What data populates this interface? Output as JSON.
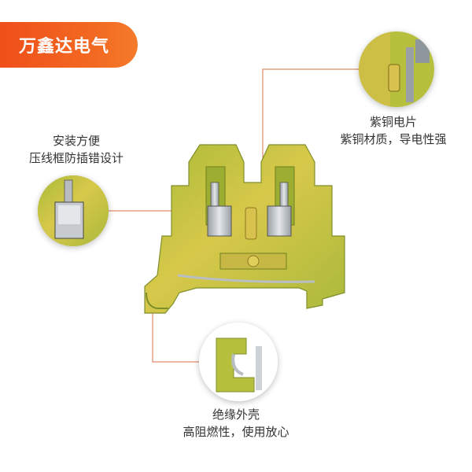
{
  "brand": {
    "name": "万鑫达电气"
  },
  "features": {
    "left": {
      "title": "安装方便",
      "desc": "压线框防插错设计"
    },
    "right": {
      "title": "紫铜电片",
      "desc": "紫铜材质，导电性强"
    },
    "bottom": {
      "title": "绝缘外壳",
      "desc": "高阻燃性，使用放心"
    }
  },
  "colors": {
    "brand_orange": "#f15a1f",
    "housing_green": "#b5c23a",
    "housing_yellow": "#d8c84a",
    "leader_line": "#e08a6a",
    "marker_dot": "#f08a2a"
  }
}
